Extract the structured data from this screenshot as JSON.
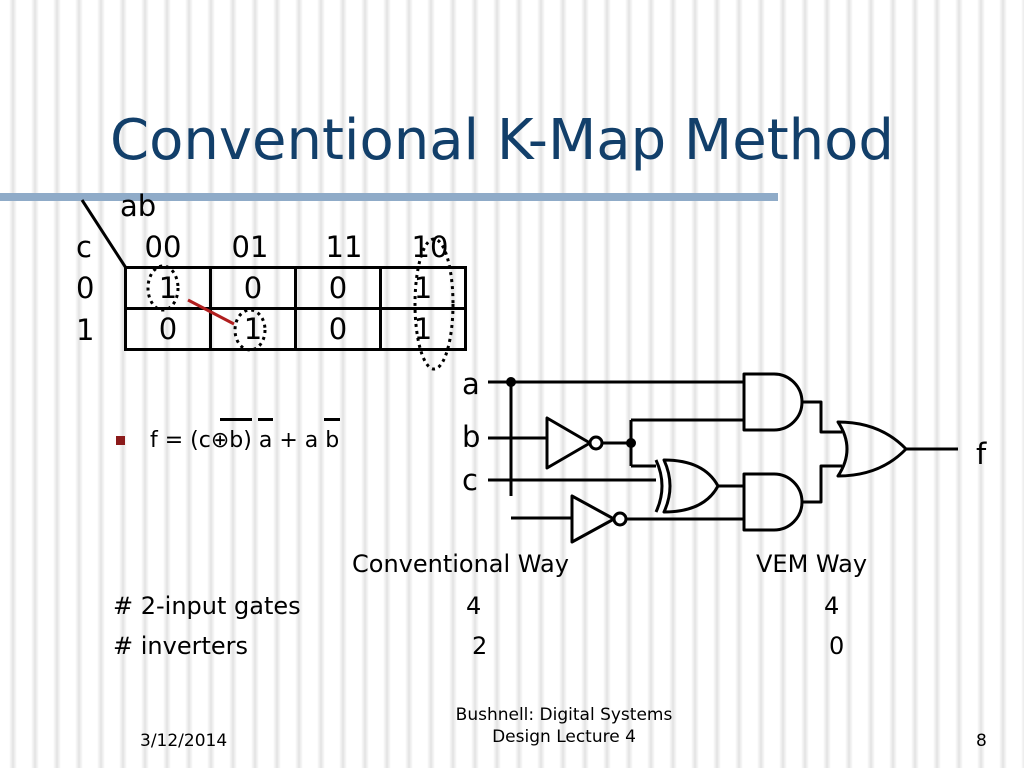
{
  "slide": {
    "title": "Conventional K-Map Method",
    "date": "3/12/2014",
    "footer_line1": "Bushnell: Digital Systems",
    "footer_line2": "Design Lecture 4",
    "page_number": "8"
  },
  "kmap": {
    "col_var": "ab",
    "row_var": "c",
    "col_headers": [
      "00",
      "01",
      "11",
      "10"
    ],
    "row_headers": [
      "0",
      "1"
    ],
    "rows": [
      [
        "1",
        "0",
        "0",
        "1"
      ],
      [
        "0",
        "1",
        "0",
        "1"
      ]
    ]
  },
  "equation": {
    "lhs": "f = (c",
    "xor_symbol": "⊕",
    "b1": "b",
    "rparen": ")",
    "a1": "a",
    "plus": "+",
    "a2": "a",
    "b2": "b"
  },
  "circuit": {
    "input_a": "a",
    "input_b": "b",
    "input_c": "c",
    "output_f": "f"
  },
  "comparison": {
    "headers": [
      "Conventional Way",
      "VEM Way"
    ],
    "rows": [
      {
        "label": "# 2-input gates",
        "conventional": "4",
        "vem": "4"
      },
      {
        "label": "# inverters",
        "conventional": "2",
        "vem": "0"
      }
    ]
  },
  "colors": {
    "title": "#123f6a",
    "rule": "#8fabc8",
    "bullet": "#8b1a1a",
    "connector": "#b01e1e"
  }
}
